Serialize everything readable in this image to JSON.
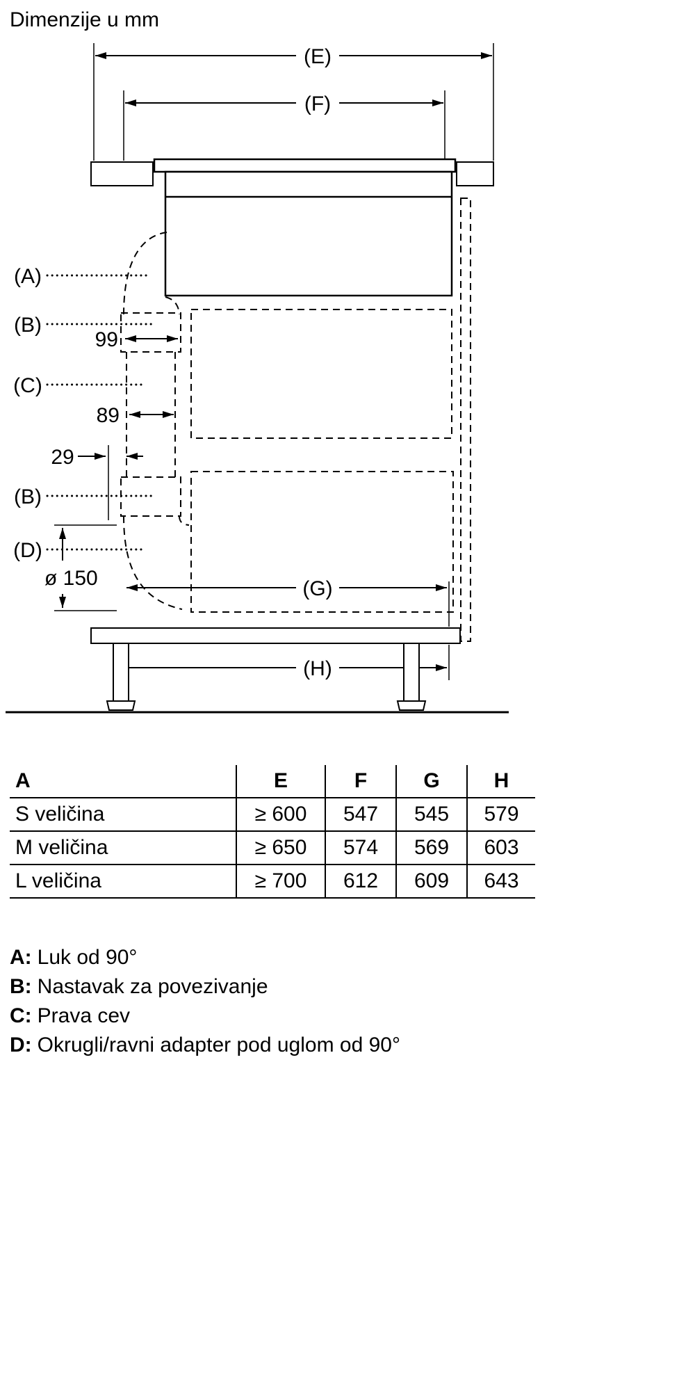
{
  "title": "Dimenzije u mm",
  "diagram": {
    "dims": {
      "e": "(E)",
      "f": "(F)",
      "g": "(G)",
      "h": "(H)",
      "w99": "99",
      "w89": "89",
      "w29": "29",
      "dia": "ø 150"
    },
    "labels": {
      "a": "(A)",
      "b1": "(B)",
      "c": "(C)",
      "b2": "(B)",
      "d": "(D)"
    }
  },
  "table": {
    "headers": [
      "A",
      "E",
      "F",
      "G",
      "H"
    ],
    "rows": [
      {
        "name": "S veličina",
        "e": "≥ 600",
        "f": "547",
        "g": "545",
        "h": "579"
      },
      {
        "name": "M veličina",
        "e": "≥ 650",
        "f": "574",
        "g": "569",
        "h": "603"
      },
      {
        "name": "L veličina",
        "e": "≥ 700",
        "f": "612",
        "g": "609",
        "h": "643"
      }
    ]
  },
  "legend": [
    {
      "key": "A:",
      "text": "Luk od 90°"
    },
    {
      "key": "B:",
      "text": "Nastavak za povezivanje"
    },
    {
      "key": "C:",
      "text": "Prava cev"
    },
    {
      "key": "D:",
      "text": "Okrugli/ravni adapter pod uglom od 90°"
    }
  ]
}
